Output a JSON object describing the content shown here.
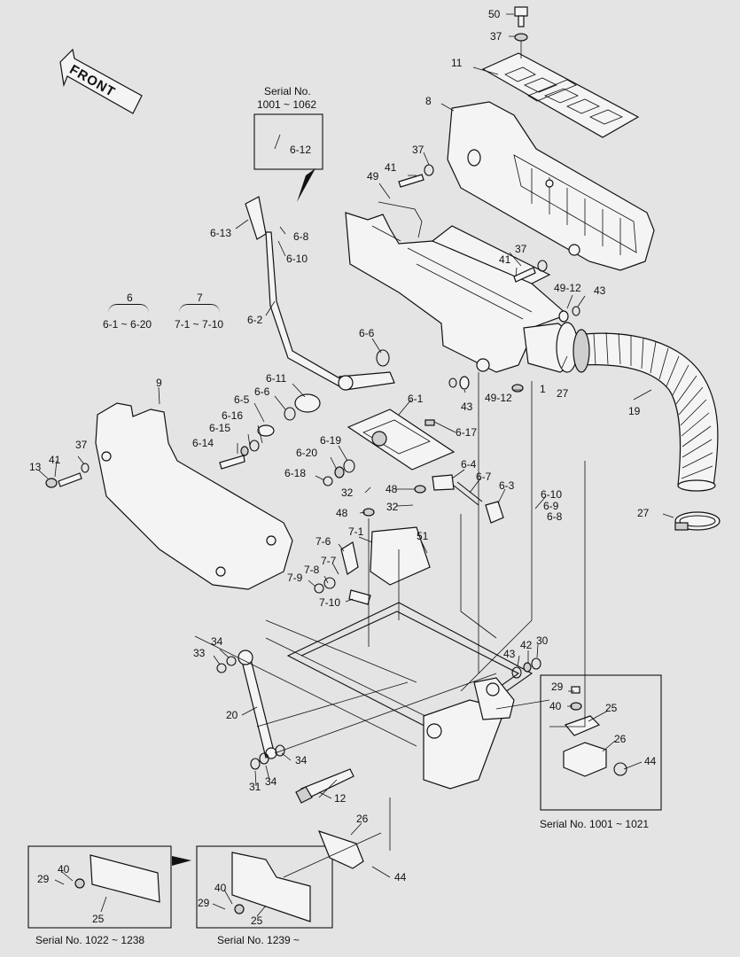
{
  "front_label": "FRONT",
  "groups": [
    {
      "id": "g6",
      "num": "6",
      "range": "6-1 ~ 6-20"
    },
    {
      "id": "g7",
      "num": "7",
      "range": "7-1 ~ 7-10"
    }
  ],
  "captions": {
    "serial_top_title": "Serial No.",
    "serial_top_range": "1001 ~ 1062",
    "serial_right": "Serial No. 1001 ~ 1021",
    "serial_bottom_left": "Serial No. 1022 ~ 1238",
    "serial_bottom_right": "Serial No. 1239 ~"
  },
  "labels": {
    "l50": "50",
    "l37a": "37",
    "l11": "11",
    "l8": "8",
    "l37b": "37",
    "l41a": "41",
    "l49": "49",
    "l612": "6-12",
    "l613": "6-13",
    "l68": "6-8",
    "l610": "6-10",
    "l37c": "37",
    "l41b": "41",
    "l4912a": "49-12",
    "l43a": "43",
    "l62": "6-2",
    "l66a": "6-6",
    "l611": "6-11",
    "l66b": "6-6",
    "l65": "6-5",
    "l61": "6-1",
    "l43b": "43",
    "l4912b": "49-12",
    "l1": "1",
    "l27a": "27",
    "l19": "19",
    "l9": "9",
    "l616": "6-16",
    "l615": "6-15",
    "l614": "6-14",
    "l617": "6-17",
    "l619": "6-19",
    "l620": "6-20",
    "l618": "6-18",
    "l37d": "37",
    "l41c": "41",
    "l13": "13",
    "l64": "6-4",
    "l67": "6-7",
    "l63": "6-3",
    "l610b": "6-10",
    "l69": "6-9",
    "l68b": "6-8",
    "l32a": "32",
    "l48a": "48",
    "l48b": "48",
    "l32b": "32",
    "l27b": "27",
    "l71": "7-1",
    "l51": "51",
    "l76": "7-6",
    "l77": "7-7",
    "l78": "7-8",
    "l79": "7-9",
    "l710": "7-10",
    "l34a": "34",
    "l33": "33",
    "l43c": "43",
    "l42": "42",
    "l30": "30",
    "l29a": "29",
    "l40a": "40",
    "l25a": "25",
    "l26a": "26",
    "l44a": "44",
    "l20": "20",
    "l34b": "34",
    "l34c": "34",
    "l31": "31",
    "l12": "12",
    "l26b": "26",
    "l44b": "44",
    "l40b": "40",
    "l29b": "29",
    "l25b": "25",
    "l40c": "40",
    "l29c": "29",
    "l25c": "25"
  }
}
